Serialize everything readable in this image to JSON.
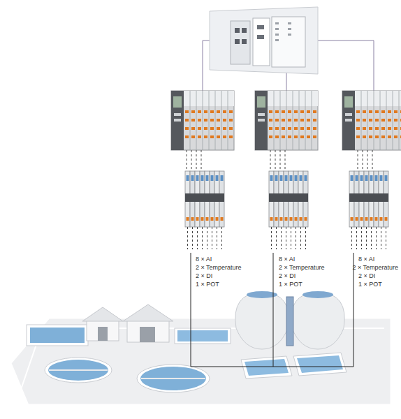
{
  "diagram": {
    "labels": [
      "8 × AI",
      "2 × Temperature",
      "2 × DI",
      "1 × POT",
      "8 × AI",
      "2 × Temperature",
      "2 × DI",
      "1 × POT",
      "8 × AI",
      "2 × Temperature",
      "2 × DI",
      "1 × POT"
    ]
  }
}
